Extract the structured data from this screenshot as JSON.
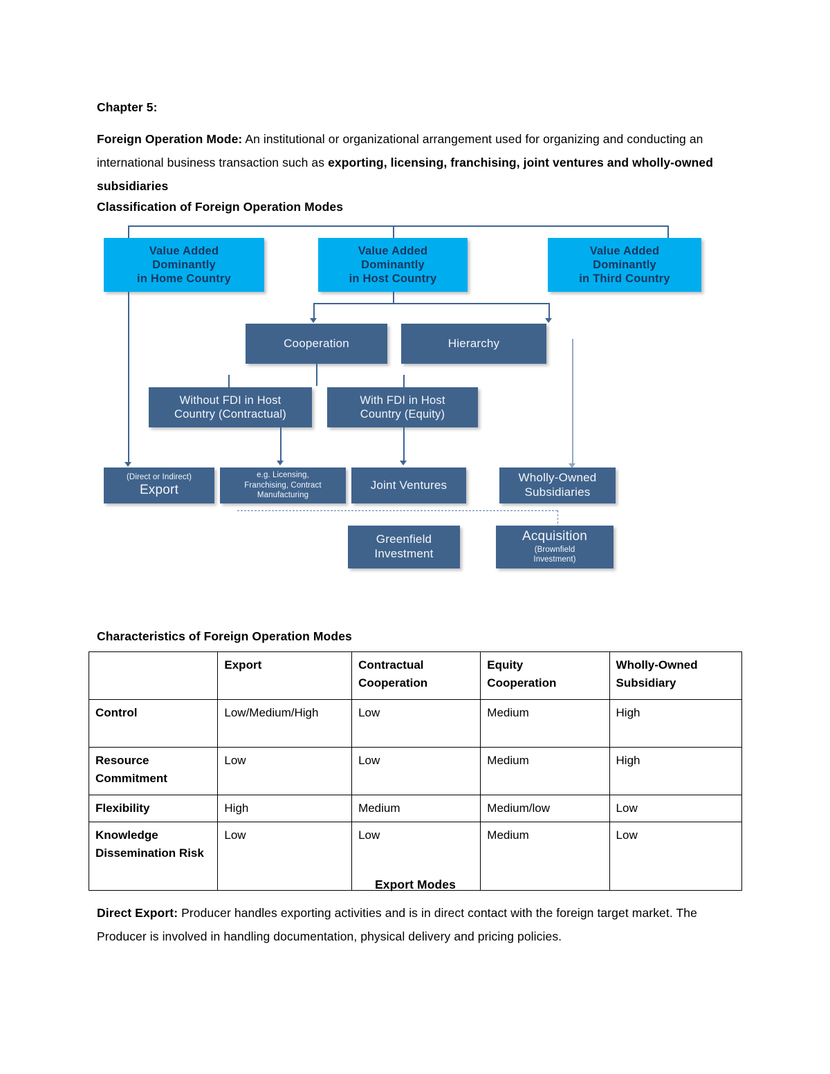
{
  "document": {
    "chapter_title": "Chapter 5:",
    "intro": {
      "lead": "Foreign Operation Mode:",
      "body_1": " An institutional or organizational arrangement used for organizing and conducting an international business transaction such as ",
      "bold_tail": "exporting, licensing, franchising, joint ventures and wholly-owned subsidiaries"
    },
    "classification_heading": "Classification of Foreign Operation Modes",
    "characteristics_heading": "Characteristics of Foreign Operation Modes",
    "export_modes_heading": "Export Modes",
    "direct_export": {
      "lead": "Direct Export:",
      "body": " Producer handles exporting activities and is in direct contact with the foreign target market. The Producer is involved in handling documentation, physical delivery and pricing policies."
    }
  },
  "diagram": {
    "colors": {
      "cyan_box": "#00AEEF",
      "navy_box": "#40638C",
      "connector": "#3F6491",
      "cyan_text": "#17375E",
      "navy_text": "#F2F6FA"
    },
    "nodes": {
      "home_country": "Value Added\nDominantly\nin Home Country",
      "host_country": "Value Added\nDominantly\nin Host Country",
      "third_country": "Value Added\nDominantly\nin Third Country",
      "cooperation": "Cooperation",
      "hierarchy": "Hierarchy",
      "without_fdi": "Without FDI in Host\nCountry (Contractual)",
      "with_fdi": "With FDI in Host\nCountry (Equity)",
      "export_sub": "(Direct or Indirect)",
      "export_main": "Export",
      "contractual_examples": "e.g. Licensing,\nFranchising, Contract\nManufacturing",
      "joint_ventures": "Joint Ventures",
      "wholly_owned": "Wholly-Owned\nSubsidiaries",
      "greenfield": "Greenfield\nInvestment",
      "acquisition_main": "Acquisition",
      "acquisition_sub": "(Brownfield\nInvestment)"
    }
  },
  "table": {
    "column_headers": [
      "",
      "Export",
      "Contractual Cooperation",
      "Equity Cooperation",
      "Wholly-Owned Subsidiary"
    ],
    "column_headers_wrapped": [
      {
        "l1": "",
        "l2": ""
      },
      {
        "l1": "Export",
        "l2": ""
      },
      {
        "l1": "Contractual",
        "l2": "Cooperation"
      },
      {
        "l1": "Equity",
        "l2": "Cooperation"
      },
      {
        "l1": "Wholly-Owned",
        "l2": "Subsidiary"
      }
    ],
    "rows": [
      {
        "label": "Control",
        "values": [
          "Low/Medium/High",
          "Low",
          "Medium",
          "High"
        ]
      },
      {
        "label": "Resource Commitment",
        "values": [
          "Low",
          "Low",
          "Medium",
          "High"
        ]
      },
      {
        "label": "Flexibility",
        "values": [
          "High",
          "Medium",
          "Medium/low",
          "Low"
        ]
      },
      {
        "label": "Knowledge Dissemination Risk",
        "values": [
          "Low",
          "Low",
          "Medium",
          "Low"
        ]
      }
    ]
  }
}
